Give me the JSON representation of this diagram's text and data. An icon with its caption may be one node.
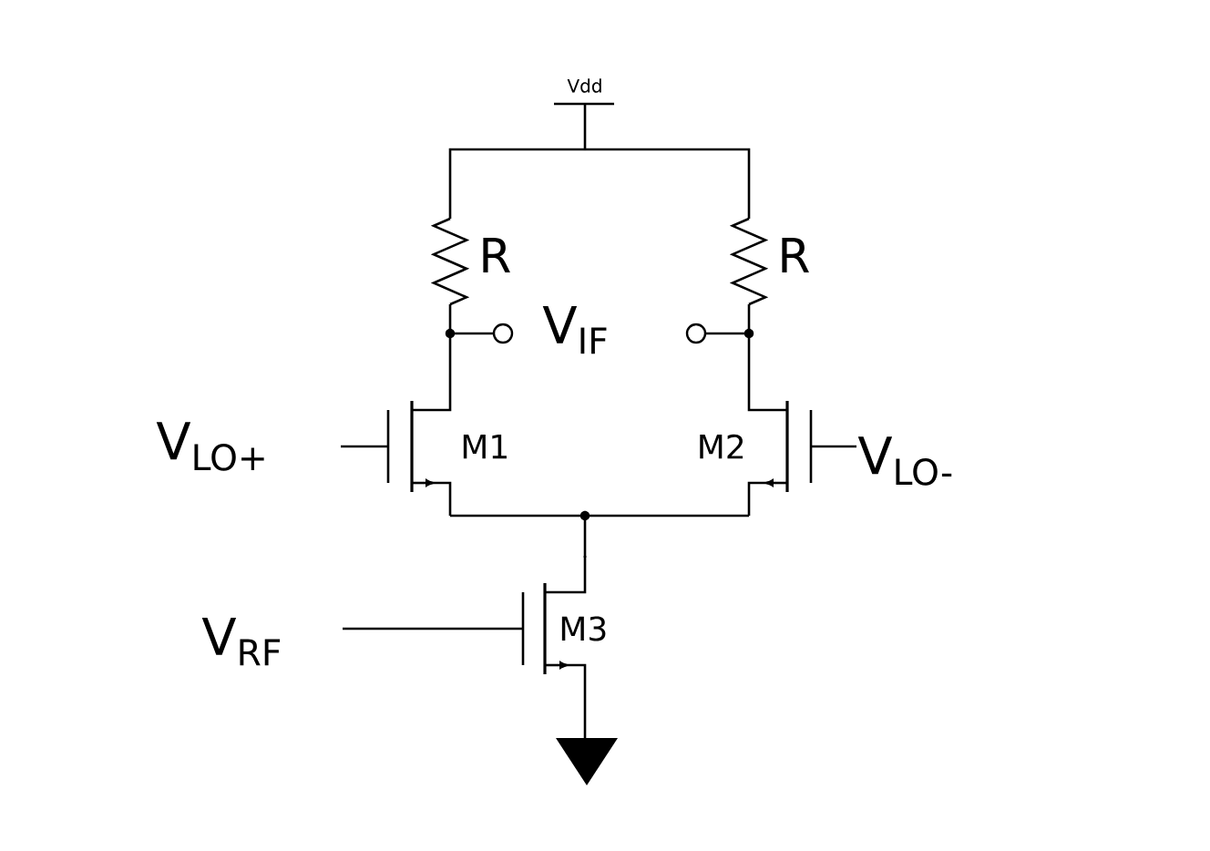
{
  "diagram": {
    "labels": [
      "Vdd",
      "R",
      "R",
      "V$_{IF}$",
      "V$_{LO+}$",
      "M1",
      "M2",
      "V$_{LO-}$",
      "V$_{RF}$",
      "M3"
    ]
  }
}
